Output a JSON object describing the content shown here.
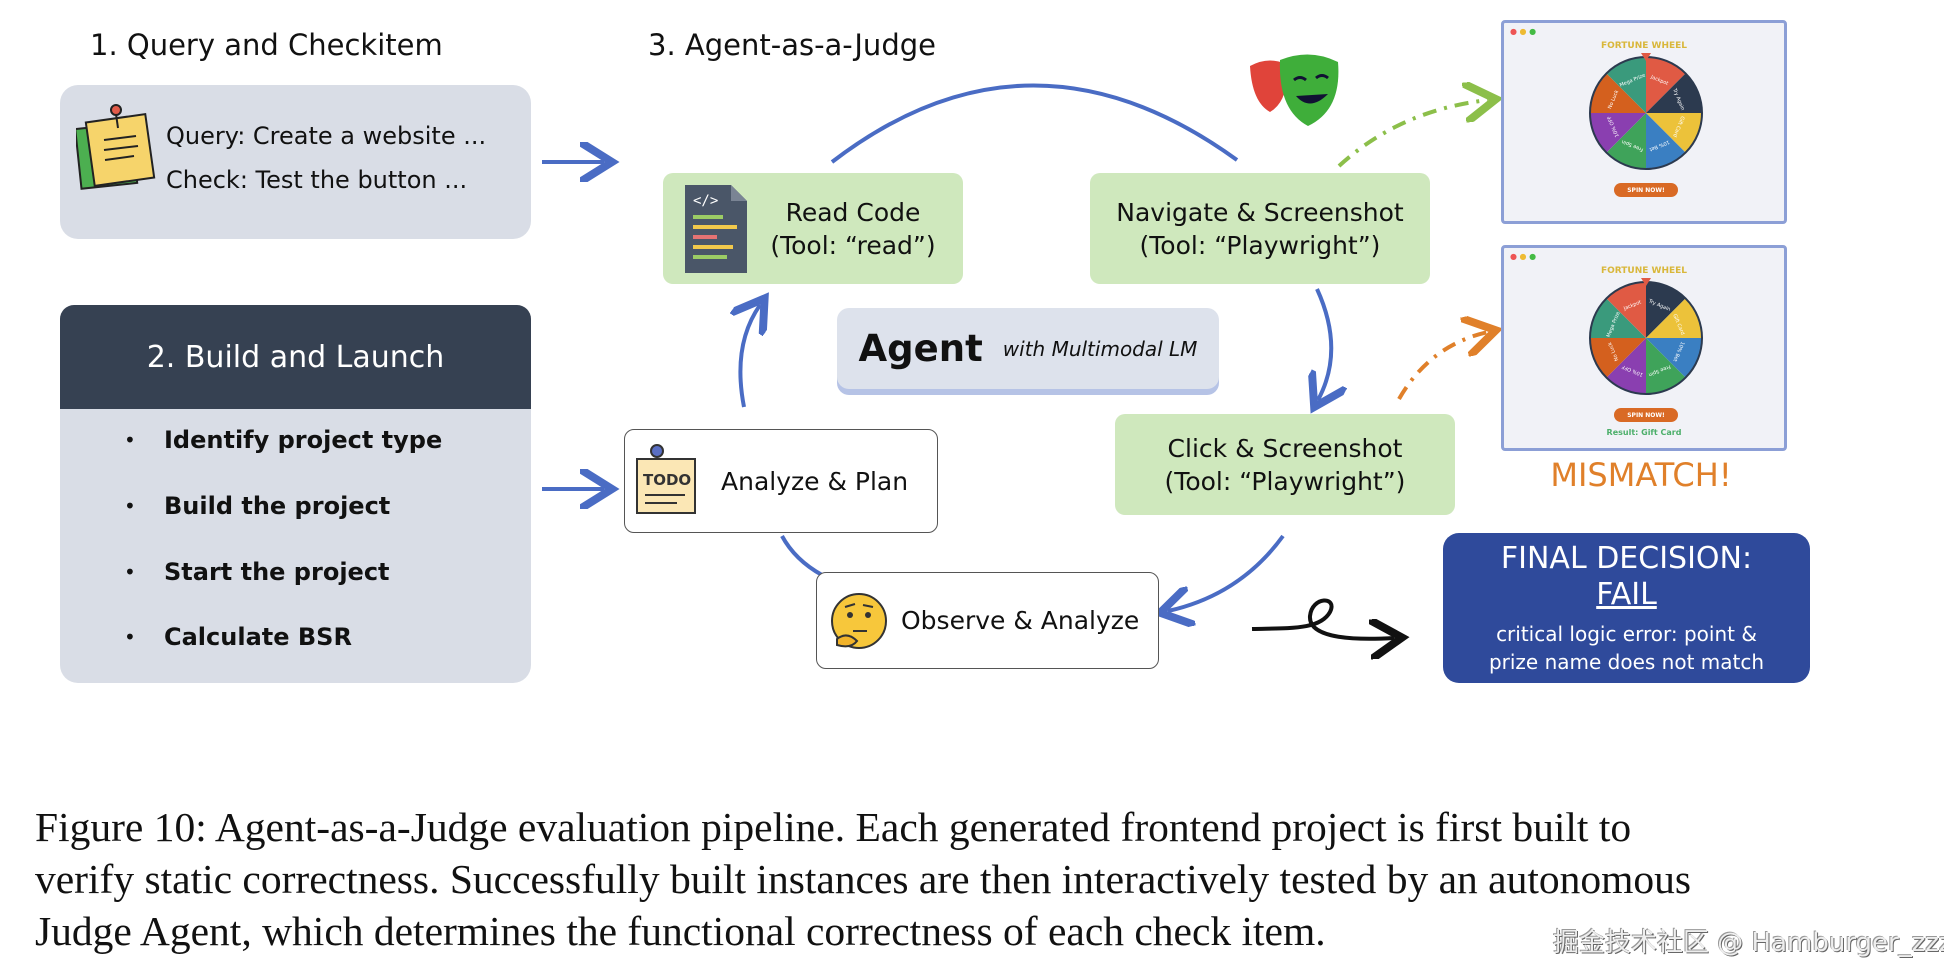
{
  "section1": {
    "title": "1. Query and Checkitem",
    "query": "Query: Create a website ...",
    "check": "Check: Test the button ..."
  },
  "section2": {
    "title": "2. Build and Launch",
    "items": [
      "Identify project type",
      "Build the project",
      "Start the project",
      "Calculate BSR"
    ]
  },
  "section3": {
    "title": "3. Agent-as-a-Judge",
    "read_code": {
      "line1": "Read Code",
      "line2": "(Tool: “read”)"
    },
    "navigate": {
      "line1": "Navigate & Screenshot",
      "line2": "(Tool: “Playwright”)"
    },
    "click": {
      "line1": "Click & Screenshot",
      "line2": "(Tool: “Playwright”)"
    },
    "observe": "Observe & Analyze",
    "plan": "Analyze & Plan",
    "todo_icon_text": "TODO",
    "agent": {
      "label": "Agent",
      "sub": "with Multimodal LM"
    }
  },
  "screenshots": {
    "title": "FORTUNE WHEEL",
    "button": "SPIN NOW!",
    "result": "Result: Gift Card",
    "mismatch": "MISMATCH!",
    "wheel1": [
      "Jackpot",
      "Try Again",
      "Gift Card",
      "10% Bet",
      "Free Spin",
      "10% OFF",
      "No Luck",
      "Mega Prize"
    ],
    "wheel2": [
      "Try Again",
      "Gift Card",
      "10% Bet",
      "Free Spin",
      "10% OFF",
      "No Luck",
      "Mega Prize",
      "Jackpot"
    ],
    "wheel1_colors": [
      "#e05a44",
      "#2c3a4f",
      "#ecc23a",
      "#3a7fc2",
      "#3fa35a",
      "#8a3fb0",
      "#d4601e",
      "#3a9a7c"
    ],
    "wheel2_colors": [
      "#2c3a4f",
      "#ecc23a",
      "#3a7fc2",
      "#3fa35a",
      "#8a3fb0",
      "#d4601e",
      "#3a9a7c",
      "#e05a44"
    ]
  },
  "final": {
    "title": "FINAL DECISION:",
    "verdict": "FAIL",
    "reason1": "critical logic error: point &",
    "reason2": "prize name does not match"
  },
  "caption": {
    "line1": "Figure 10: Agent-as-a-Judge evaluation pipeline. Each generated frontend project is first built to",
    "line2": "verify static correctness. Successfully built instances are then interactively tested by an autonomous",
    "line3": "Judge Agent, which determines the functional correctness of each check item."
  },
  "watermark": "掘金技术社区 @ Hamburger_zzz",
  "colors": {
    "arrow": "#4a6cc4",
    "green_box": "#cfe8bd",
    "final_box": "#2f4a9b",
    "mismatch": "#e0802a",
    "dark_header": "#364152"
  }
}
